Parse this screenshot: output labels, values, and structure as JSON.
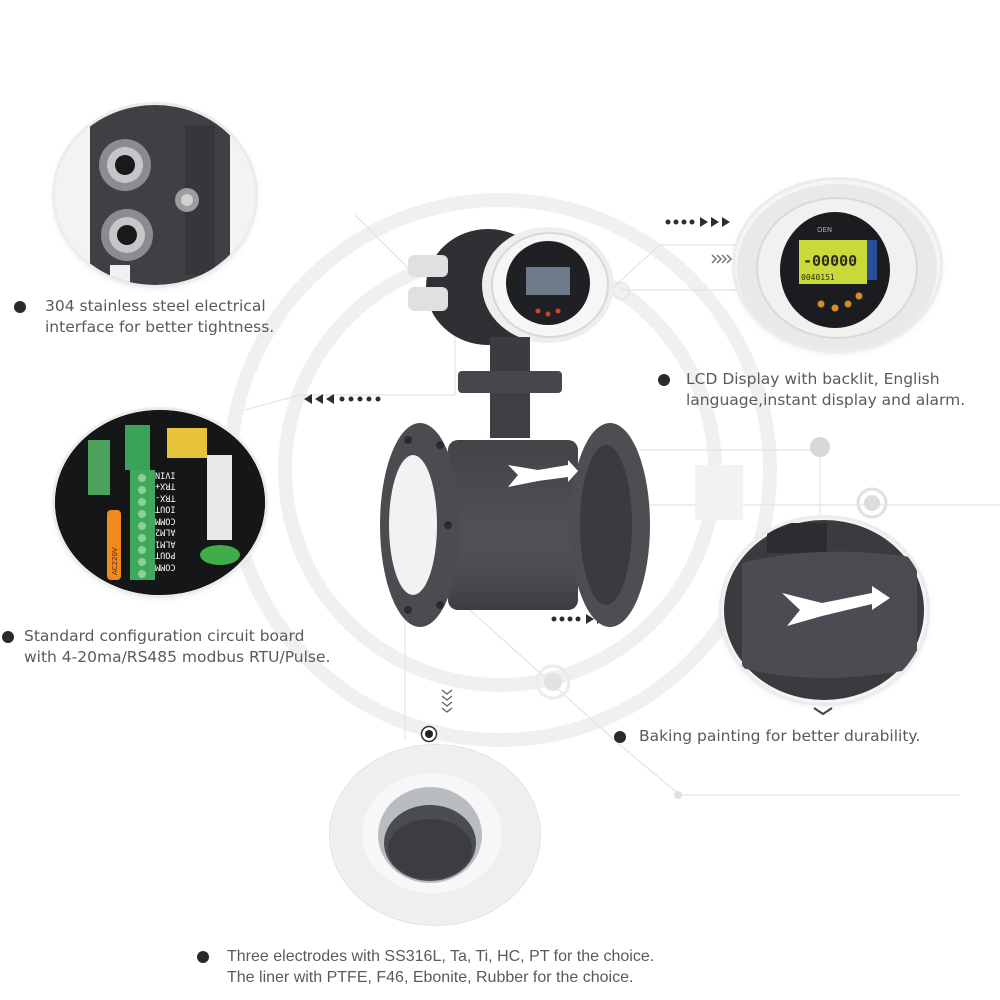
{
  "features": [
    {
      "id": "electrical-interface",
      "lines": [
        "304 stainless steel electrical",
        "interface for better tightness."
      ]
    },
    {
      "id": "lcd-display",
      "lines": [
        "LCD Display with backlit, English",
        "language,instant display and alarm."
      ]
    },
    {
      "id": "circuit-board",
      "lines": [
        "Standard configuration circuit board",
        "with 4-20ma/RS485 modbus RTU/Pulse."
      ]
    },
    {
      "id": "baking-painting",
      "lines": [
        "Baking painting for better durability."
      ]
    },
    {
      "id": "electrodes-liner",
      "lines": [
        "Three electrodes with SS316L, Ta, Ti, HC, PT for the choice.",
        "The liner with PTFE, F46, Ebonite, Rubber for the choice."
      ]
    }
  ],
  "lcd": {
    "reading": "-00000",
    "brand": "OEN",
    "bottom_row": "0040151"
  },
  "circuit_board": {
    "terminals": [
      "IVIN",
      "TRX+",
      "TRX-",
      "IOUT",
      "COMM",
      "ALM2",
      "ALM1",
      "POUT",
      "COMM"
    ],
    "power_label": "AC220V"
  },
  "colors": {
    "body_gray": "#45474b",
    "liner_white": "#f2f2f2",
    "text": "#5a5a5a",
    "bullet": "#2a2a2a",
    "lcd_green": "#c9d93a"
  }
}
